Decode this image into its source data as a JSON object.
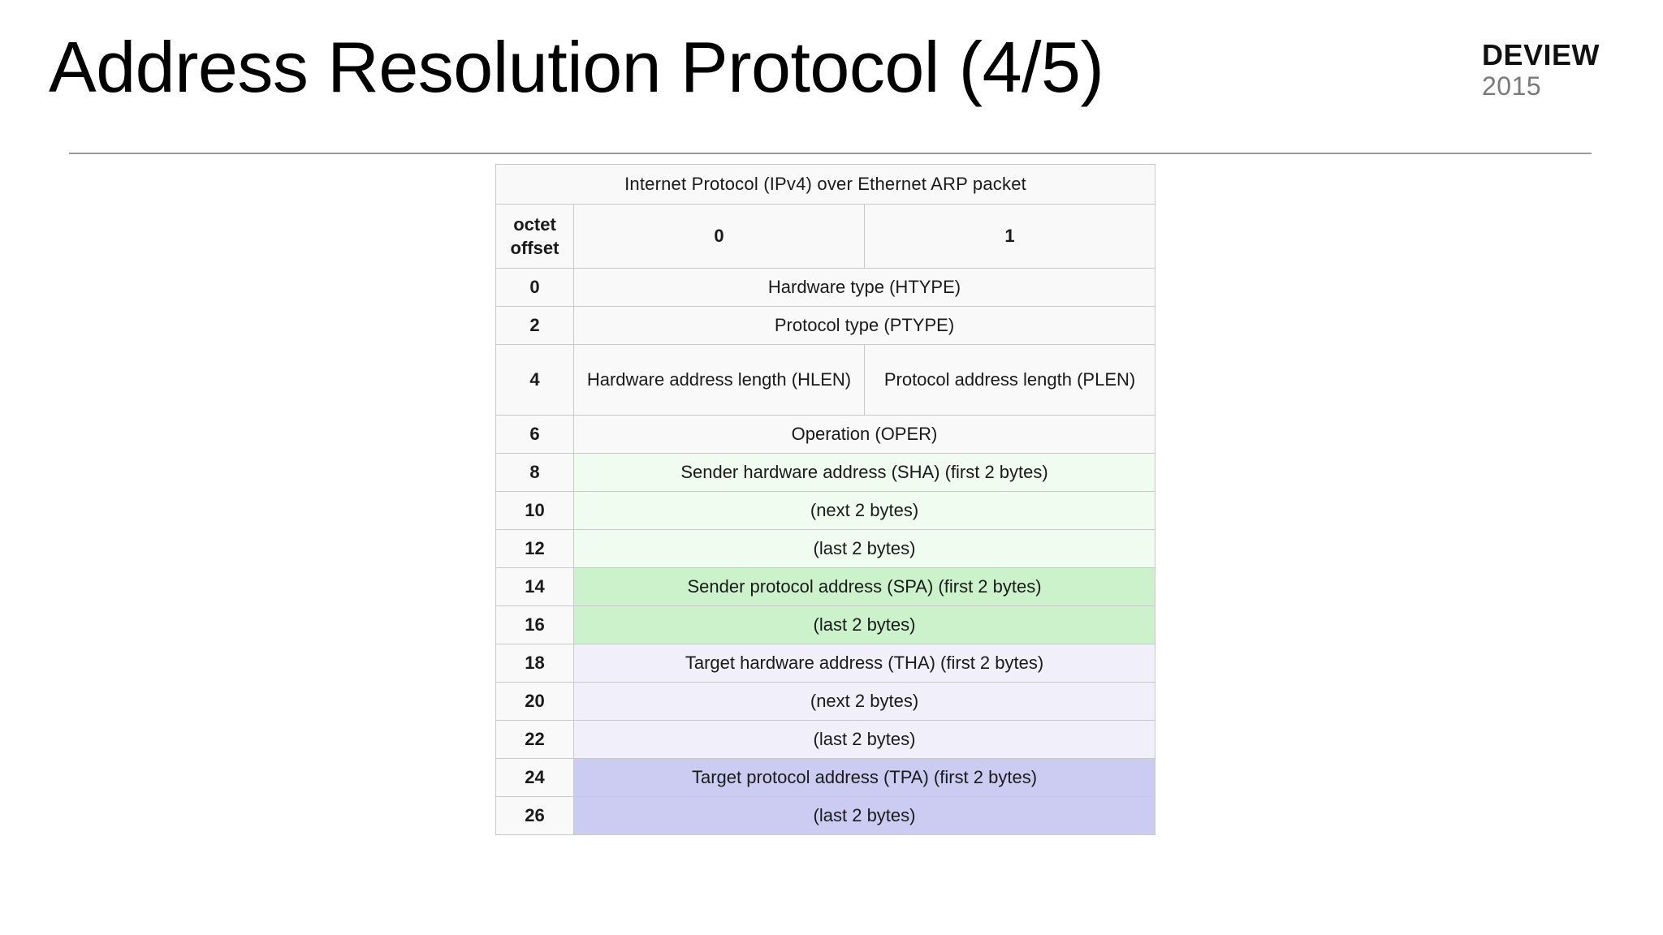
{
  "slide": {
    "title": "Address Resolution Protocol (4/5)",
    "brand_name": "DEVIEW",
    "brand_year": "2015"
  },
  "colors": {
    "title_text": "#000000",
    "rule": "#9a9a9a",
    "table_border": "#c9c9c9",
    "offset_bg": "#f1f1f1",
    "cell_bg": "#f9f9f9",
    "tint_sha": "#f0fcf0",
    "tint_spa": "#ccf2cc",
    "tint_tha": "#f1f0fa",
    "tint_tpa": "#ccccf2"
  },
  "table": {
    "caption": "Internet Protocol (IPv4) over Ethernet ARP packet",
    "offset_header_line1": "octet",
    "offset_header_line2": "offset",
    "column_headers": [
      "0",
      "1"
    ],
    "rows": [
      {
        "offset": "0",
        "span": true,
        "tint": "none",
        "tall": false,
        "cells": [
          "Hardware type (HTYPE)"
        ]
      },
      {
        "offset": "2",
        "span": true,
        "tint": "none",
        "tall": false,
        "cells": [
          "Protocol type (PTYPE)"
        ]
      },
      {
        "offset": "4",
        "span": false,
        "tint": "none",
        "tall": true,
        "cells": [
          "Hardware address length (HLEN)",
          "Protocol address length (PLEN)"
        ]
      },
      {
        "offset": "6",
        "span": true,
        "tint": "none",
        "tall": false,
        "cells": [
          "Operation (OPER)"
        ]
      },
      {
        "offset": "8",
        "span": true,
        "tint": "sha",
        "tall": false,
        "cells": [
          "Sender hardware address (SHA) (first 2 bytes)"
        ]
      },
      {
        "offset": "10",
        "span": true,
        "tint": "sha",
        "tall": false,
        "cells": [
          "(next 2 bytes)"
        ]
      },
      {
        "offset": "12",
        "span": true,
        "tint": "sha",
        "tall": false,
        "cells": [
          "(last 2 bytes)"
        ]
      },
      {
        "offset": "14",
        "span": true,
        "tint": "spa",
        "tall": false,
        "cells": [
          "Sender protocol address (SPA) (first 2 bytes)"
        ]
      },
      {
        "offset": "16",
        "span": true,
        "tint": "spa",
        "tall": false,
        "cells": [
          "(last 2 bytes)"
        ]
      },
      {
        "offset": "18",
        "span": true,
        "tint": "tha",
        "tall": false,
        "cells": [
          "Target hardware address (THA) (first 2 bytes)"
        ]
      },
      {
        "offset": "20",
        "span": true,
        "tint": "tha",
        "tall": false,
        "cells": [
          "(next 2 bytes)"
        ]
      },
      {
        "offset": "22",
        "span": true,
        "tint": "tha",
        "tall": false,
        "cells": [
          "(last 2 bytes)"
        ]
      },
      {
        "offset": "24",
        "span": true,
        "tint": "tpa",
        "tall": false,
        "cells": [
          "Target protocol address (TPA) (first 2 bytes)"
        ]
      },
      {
        "offset": "26",
        "span": true,
        "tint": "tpa",
        "tall": false,
        "cells": [
          "(last 2 bytes)"
        ]
      }
    ]
  }
}
